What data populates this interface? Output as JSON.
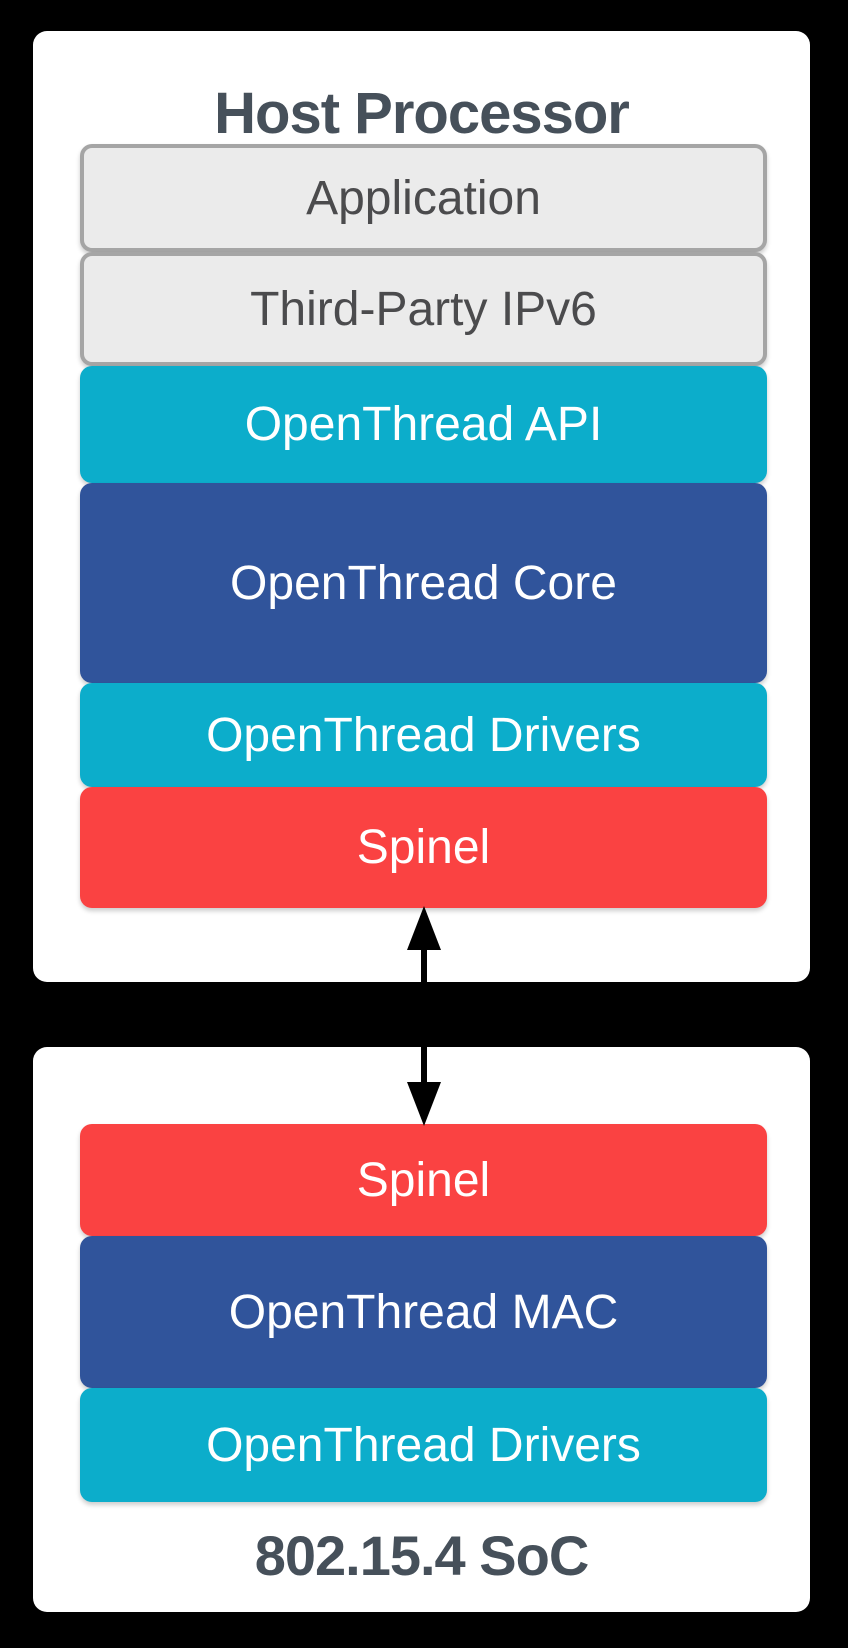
{
  "host_card": {
    "title": "Host Processor",
    "layers": [
      {
        "label": "Application",
        "type": "gray"
      },
      {
        "label": "Third-Party IPv6",
        "type": "gray"
      },
      {
        "label": "OpenThread API",
        "type": "cyan"
      },
      {
        "label": "OpenThread Core",
        "type": "navy"
      },
      {
        "label": "OpenThread Drivers",
        "type": "cyan"
      },
      {
        "label": "Spinel",
        "type": "red"
      }
    ]
  },
  "soc_card": {
    "caption": "802.15.4 SoC",
    "layers": [
      {
        "label": "Spinel",
        "type": "red"
      },
      {
        "label": "OpenThread MAC",
        "type": "navy"
      },
      {
        "label": "OpenThread Drivers",
        "type": "cyan"
      }
    ]
  },
  "connector": {
    "kind": "vertical-double-headed-arrow",
    "connects": [
      "Spinel",
      "Spinel"
    ]
  },
  "colors": {
    "background": "#000000",
    "card": "#FFFFFF",
    "heading_text": "#46505A",
    "arrow": "#000000",
    "gray": {
      "bg": "#EBEBEB",
      "text": "#4B4B4D",
      "border": "#A5A5A5"
    },
    "cyan": {
      "bg": "#0CADCB",
      "text": "#FFFFFF"
    },
    "navy": {
      "bg": "#30549B",
      "text": "#FFFFFF"
    },
    "red": {
      "bg": "#FA4242",
      "text": "#FFFFFF"
    }
  }
}
